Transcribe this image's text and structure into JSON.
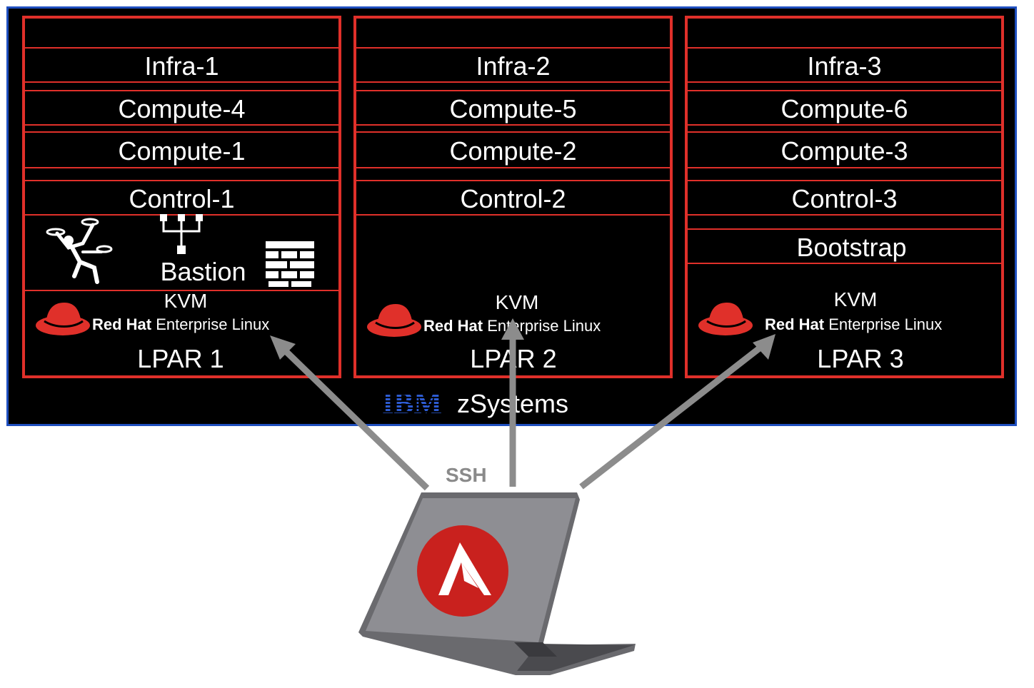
{
  "lpars": [
    {
      "rows": [
        "Infra-1",
        "Compute-4",
        "Compute-1",
        "Control-1"
      ],
      "bastion_label": "Bastion",
      "kvm": "KVM",
      "rhel_bold": "Red Hat",
      "rhel_rest": " Enterprise Linux",
      "label": "LPAR 1"
    },
    {
      "rows": [
        "Infra-2",
        "Compute-5",
        "Compute-2",
        "Control-2"
      ],
      "kvm": "KVM",
      "rhel_bold": "Red Hat",
      "rhel_rest": " Enterprise Linux",
      "label": "LPAR 2"
    },
    {
      "rows": [
        "Infra-3",
        "Compute-6",
        "Compute-3",
        "Control-3"
      ],
      "bootstrap_label": "Bootstrap",
      "kvm": "KVM",
      "rhel_bold": "Red Hat",
      "rhel_rest": " Enterprise Linux",
      "label": "LPAR 3"
    }
  ],
  "platform": {
    "brand": "IBM",
    "name": "zSystems"
  },
  "connection": {
    "label": "SSH"
  },
  "colors": {
    "lpar_border": "#e0302a",
    "frame_border": "#1f4fbf",
    "arrow": "#8c8c8c",
    "redhat": "#e0302a",
    "ansible": "#c9211e"
  },
  "icons": [
    "juggler-icon",
    "network-tree-icon",
    "firewall-icon",
    "red-hat-icon",
    "ansible-icon",
    "laptop-icon"
  ]
}
